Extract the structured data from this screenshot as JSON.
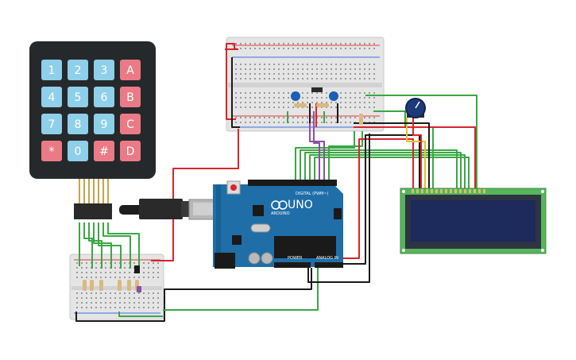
{
  "keypad": {
    "keys": [
      [
        "1",
        "2",
        "3",
        "A"
      ],
      [
        "4",
        "5",
        "6",
        "B"
      ],
      [
        "7",
        "8",
        "9",
        "C"
      ],
      [
        "*",
        "0",
        "#",
        "D"
      ]
    ]
  },
  "arduino": {
    "logo": "UNO",
    "brand": "ARDUINO",
    "digital_header": "DIGITAL (PWM~)",
    "power_header": "POWER",
    "analog_header": "ANALOG IN"
  },
  "colors": {
    "keypad_body": "#25292b",
    "key_blue": "#8ecfe9",
    "key_red": "#ea7b86",
    "arduino_board": "#1f6ea8",
    "lcd_board": "#57b55b",
    "lcd_screen": "#1c2a5c",
    "wire_red": "#d8252b",
    "wire_green": "#3aa744",
    "wire_black": "#1a1a1a",
    "wire_purple": "#8c4fa2",
    "wire_yellow": "#e6c12a"
  }
}
